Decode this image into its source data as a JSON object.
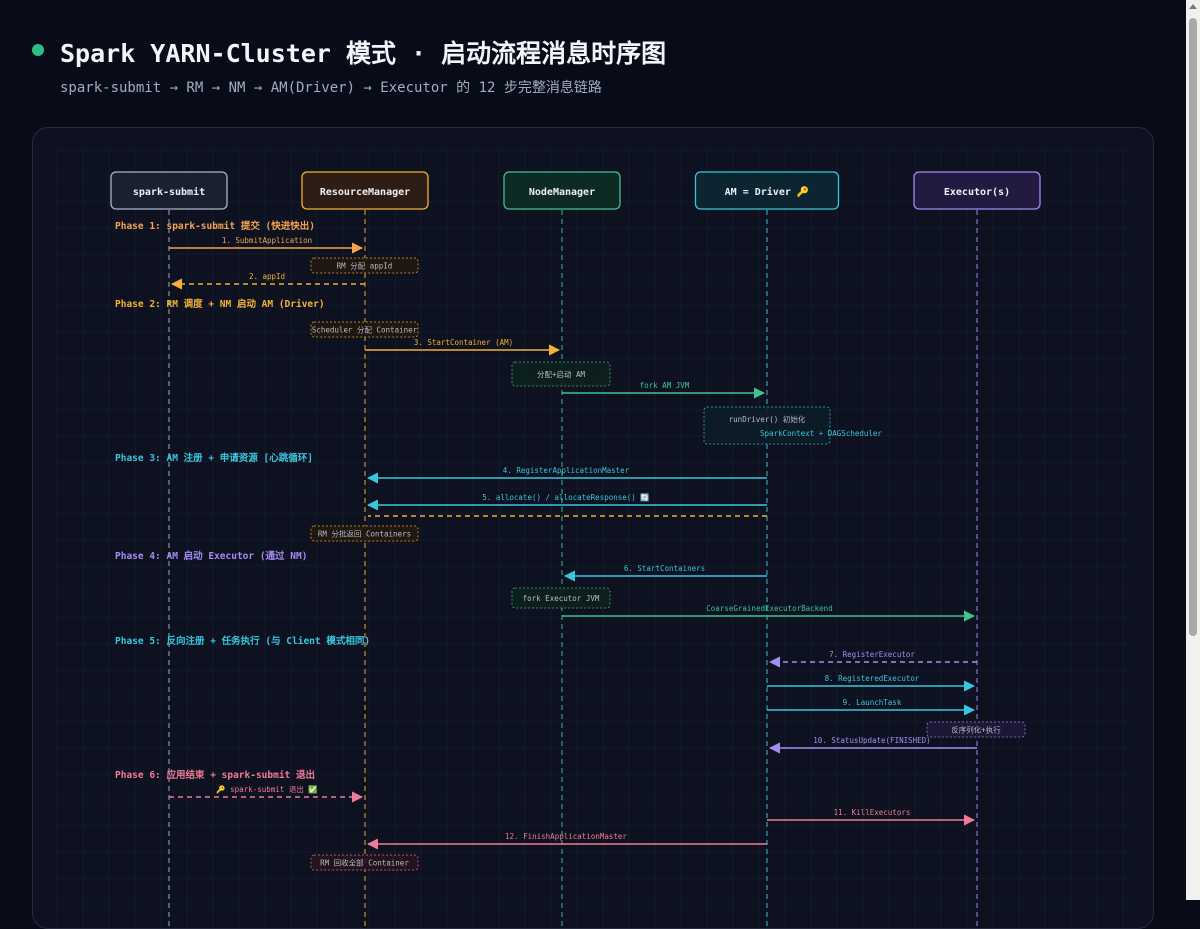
{
  "header": {
    "title": "Spark YARN-Cluster 模式 · 启动流程消息时序图",
    "subtitle": "spark-submit → RM → NM → AM(Driver) → Executor 的 12 步完整消息链路"
  },
  "colors": {
    "orange": "#f5a34f",
    "amber": "#f2b233",
    "green": "#3ec28f",
    "cyan": "#38c6de",
    "purple": "#a68cf2",
    "pink": "#f07a97",
    "gray": "#aab2c5"
  },
  "participants": [
    {
      "id": "submit",
      "label": "spark-submit",
      "color": "gray"
    },
    {
      "id": "rm",
      "label": "ResourceManager",
      "color": "amber"
    },
    {
      "id": "nm",
      "label": "NodeManager",
      "color": "green"
    },
    {
      "id": "am",
      "label": "AM = Driver 🔑",
      "color": "cyan"
    },
    {
      "id": "exec",
      "label": "Executor(s)",
      "color": "purple"
    }
  ],
  "phases": [
    {
      "label": "Phase 1: spark-submit 提交 (快进快出)",
      "color": "orange"
    },
    {
      "label": "Phase 2: RM 调度 + NM 启动 AM (Driver)",
      "color": "amber"
    },
    {
      "label": "Phase 3: AM 注册 + 申请资源 [心跳循环]",
      "color": "cyan"
    },
    {
      "label": "Phase 4: AM 启动 Executor (通过 NM)",
      "color": "purple"
    },
    {
      "label": "Phase 5: 反向注册 + 任务执行 (与 Client 模式相同)",
      "color": "cyan"
    },
    {
      "label": "Phase 6: 应用结束 + spark-submit 退出",
      "color": "pink"
    }
  ],
  "messages": [
    {
      "from": "submit",
      "to": "rm",
      "label": "1. SubmitApplication",
      "color": "orange",
      "dashed": false
    },
    {
      "from": "rm",
      "to": "submit",
      "label": "2. appId",
      "color": "amber",
      "dashed": true
    },
    {
      "from": "rm",
      "to": "nm",
      "label": "3. StartContainer (AM)",
      "color": "amber",
      "dashed": false
    },
    {
      "from": "nm",
      "to": "am",
      "label": "fork AM JVM",
      "color": "green",
      "dashed": false
    },
    {
      "from": "am",
      "to": "rm",
      "label": "4. RegisterApplicationMaster",
      "color": "cyan",
      "dashed": false
    },
    {
      "from": "am",
      "to": "rm",
      "label": "5. allocate() / allocateResponse() 🔄",
      "color": "cyan",
      "dashed": false
    },
    {
      "from": "am",
      "to": "rm",
      "label": "",
      "color": "amber",
      "dashed": true
    },
    {
      "from": "am",
      "to": "nm",
      "label": "6. StartContainers",
      "color": "cyan",
      "dashed": false
    },
    {
      "from": "nm",
      "to": "exec",
      "label": "CoarseGrainedExecutorBackend",
      "color": "green",
      "dashed": false
    },
    {
      "from": "exec",
      "to": "am",
      "label": "7. RegisterExecutor",
      "color": "purple",
      "dashed": true
    },
    {
      "from": "am",
      "to": "exec",
      "label": "8. RegisteredExecutor",
      "color": "cyan",
      "dashed": false
    },
    {
      "from": "am",
      "to": "exec",
      "label": "9. LaunchTask",
      "color": "cyan",
      "dashed": false
    },
    {
      "from": "exec",
      "to": "am",
      "label": "10. StatusUpdate(FINISHED)",
      "color": "purple",
      "dashed": false
    },
    {
      "from": "submit",
      "to": "rm",
      "label": "🔑 spark-submit 退出 ✅",
      "color": "pink",
      "dashed": true
    },
    {
      "from": "am",
      "to": "exec",
      "label": "11. KillExecutors",
      "color": "pink",
      "dashed": false
    },
    {
      "from": "am",
      "to": "rm",
      "label": "12. FinishApplicationMaster",
      "color": "pink",
      "dashed": false
    }
  ],
  "notes": [
    {
      "at": "rm",
      "label": "RM 分配 appId",
      "color": "amber"
    },
    {
      "at": "rm",
      "label": "Scheduler 分配 Container",
      "color": "amber"
    },
    {
      "at": "nm",
      "label": "分配+启动 AM",
      "color": "green"
    },
    {
      "at": "am",
      "label": "runDriver() 初始化",
      "label2": "SparkContext + DAGScheduler",
      "color": "cyan"
    },
    {
      "at": "rm",
      "label": "RM 分批返回 Containers",
      "color": "amber"
    },
    {
      "at": "nm",
      "label": "fork Executor JVM",
      "color": "green"
    },
    {
      "at": "exec",
      "label": "反序列化+执行",
      "color": "purple"
    },
    {
      "at": "rm",
      "label": "RM 回收全部 Container",
      "color": "pink"
    }
  ]
}
